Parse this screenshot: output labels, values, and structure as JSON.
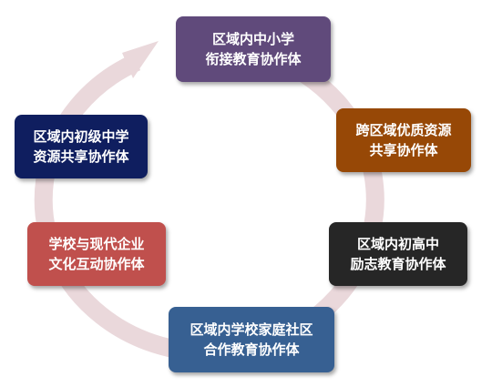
{
  "colors": {
    "ring": "#ead8db",
    "node_top": "#604a7b",
    "node_right": "#974806",
    "node_right_low": "#262626",
    "node_bottom": "#376092",
    "node_left_low": "#c0504d",
    "node_left": "#0f1e5f"
  },
  "nodes": [
    {
      "id": "top",
      "lines": [
        "区域内中小学",
        "衔接教育协作体"
      ]
    },
    {
      "id": "right",
      "lines": [
        "跨区域优质资源",
        "共享协作体"
      ]
    },
    {
      "id": "right_low",
      "lines": [
        "区域内初高中",
        "励志教育协作体"
      ]
    },
    {
      "id": "bottom",
      "lines": [
        "区域内学校家庭社区",
        "合作教育协作体"
      ]
    },
    {
      "id": "left_low",
      "lines": [
        "学校与现代企业",
        "文化互动协作体"
      ]
    },
    {
      "id": "left",
      "lines": [
        "区域内初级中学",
        "资源共享协作体"
      ]
    }
  ]
}
